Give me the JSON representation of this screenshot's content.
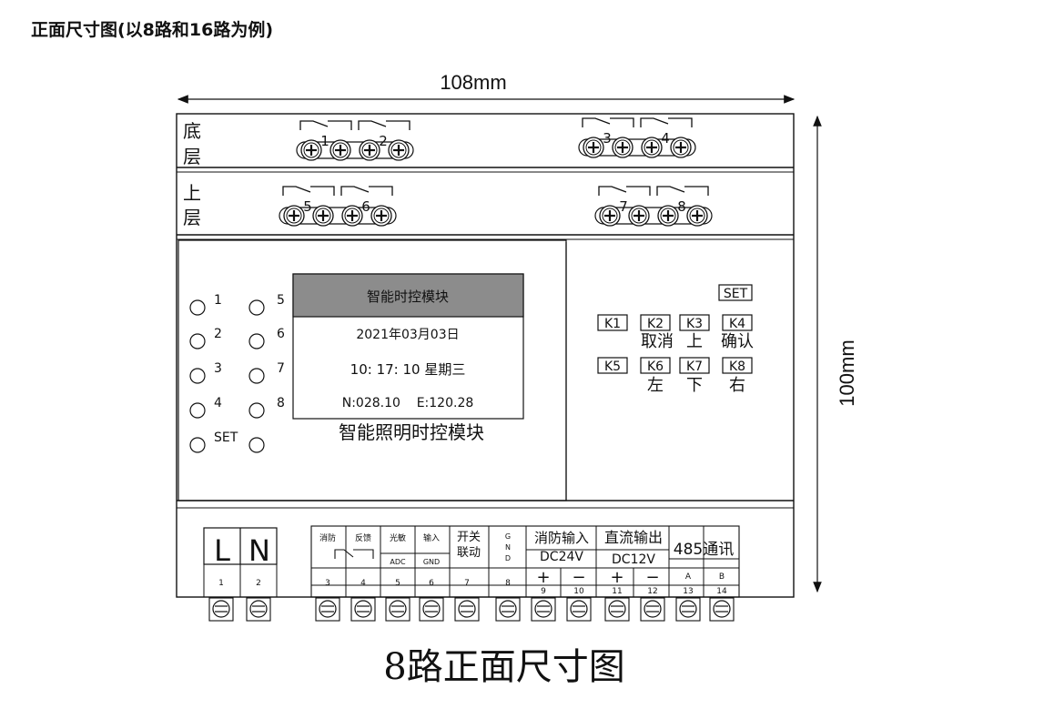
{
  "heading": "正面尺寸图(以8路和16路为例)",
  "caption": "8路正面尺寸图",
  "dimensions": {
    "width_label": "108mm",
    "height_label": "100mm"
  },
  "layers": {
    "bottom": "底\n层",
    "top": "上\n层"
  },
  "relays": [
    "1",
    "2",
    "3",
    "4",
    "5",
    "6",
    "7",
    "8"
  ],
  "leds": {
    "left": [
      "1",
      "2",
      "3",
      "4",
      "SET"
    ],
    "right": [
      "5",
      "6",
      "7",
      "8",
      ""
    ]
  },
  "lcd": {
    "title": "智能时控模块",
    "date": "2021年03月03日",
    "time": "10: 17: 10 星期三",
    "coords": "N:028.10    E:120.28"
  },
  "module_name": "智能照明时控模块",
  "keys": {
    "set": "SET",
    "row1": [
      "K1",
      "K2",
      "K3",
      "K4"
    ],
    "row1_labels": [
      "",
      "取消",
      "上",
      "确认"
    ],
    "row2": [
      "K5",
      "K6",
      "K7",
      "K8"
    ],
    "row2_labels": [
      "",
      "左",
      "下",
      "右"
    ]
  },
  "terminals": {
    "power": [
      "L",
      "N"
    ],
    "fire_feedback": [
      "消防",
      "反馈"
    ],
    "light_input": [
      "光敏",
      "输入"
    ],
    "adc_gnd": [
      "ADC",
      "GND"
    ],
    "switch_link": [
      "开关",
      "联动"
    ],
    "gnd": [
      "G",
      "N",
      "D"
    ],
    "fire_input": [
      "消防输入",
      "DC24V"
    ],
    "dc_output": [
      "直流输出",
      "DC12V"
    ],
    "rs485": "485通讯",
    "signs": [
      "+",
      "−",
      "+",
      "−",
      "A",
      "B"
    ],
    "numbers": [
      "1",
      "2",
      "3",
      "4",
      "5",
      "6",
      "7",
      "8",
      "9",
      "10",
      "11",
      "12",
      "13",
      "14"
    ]
  }
}
